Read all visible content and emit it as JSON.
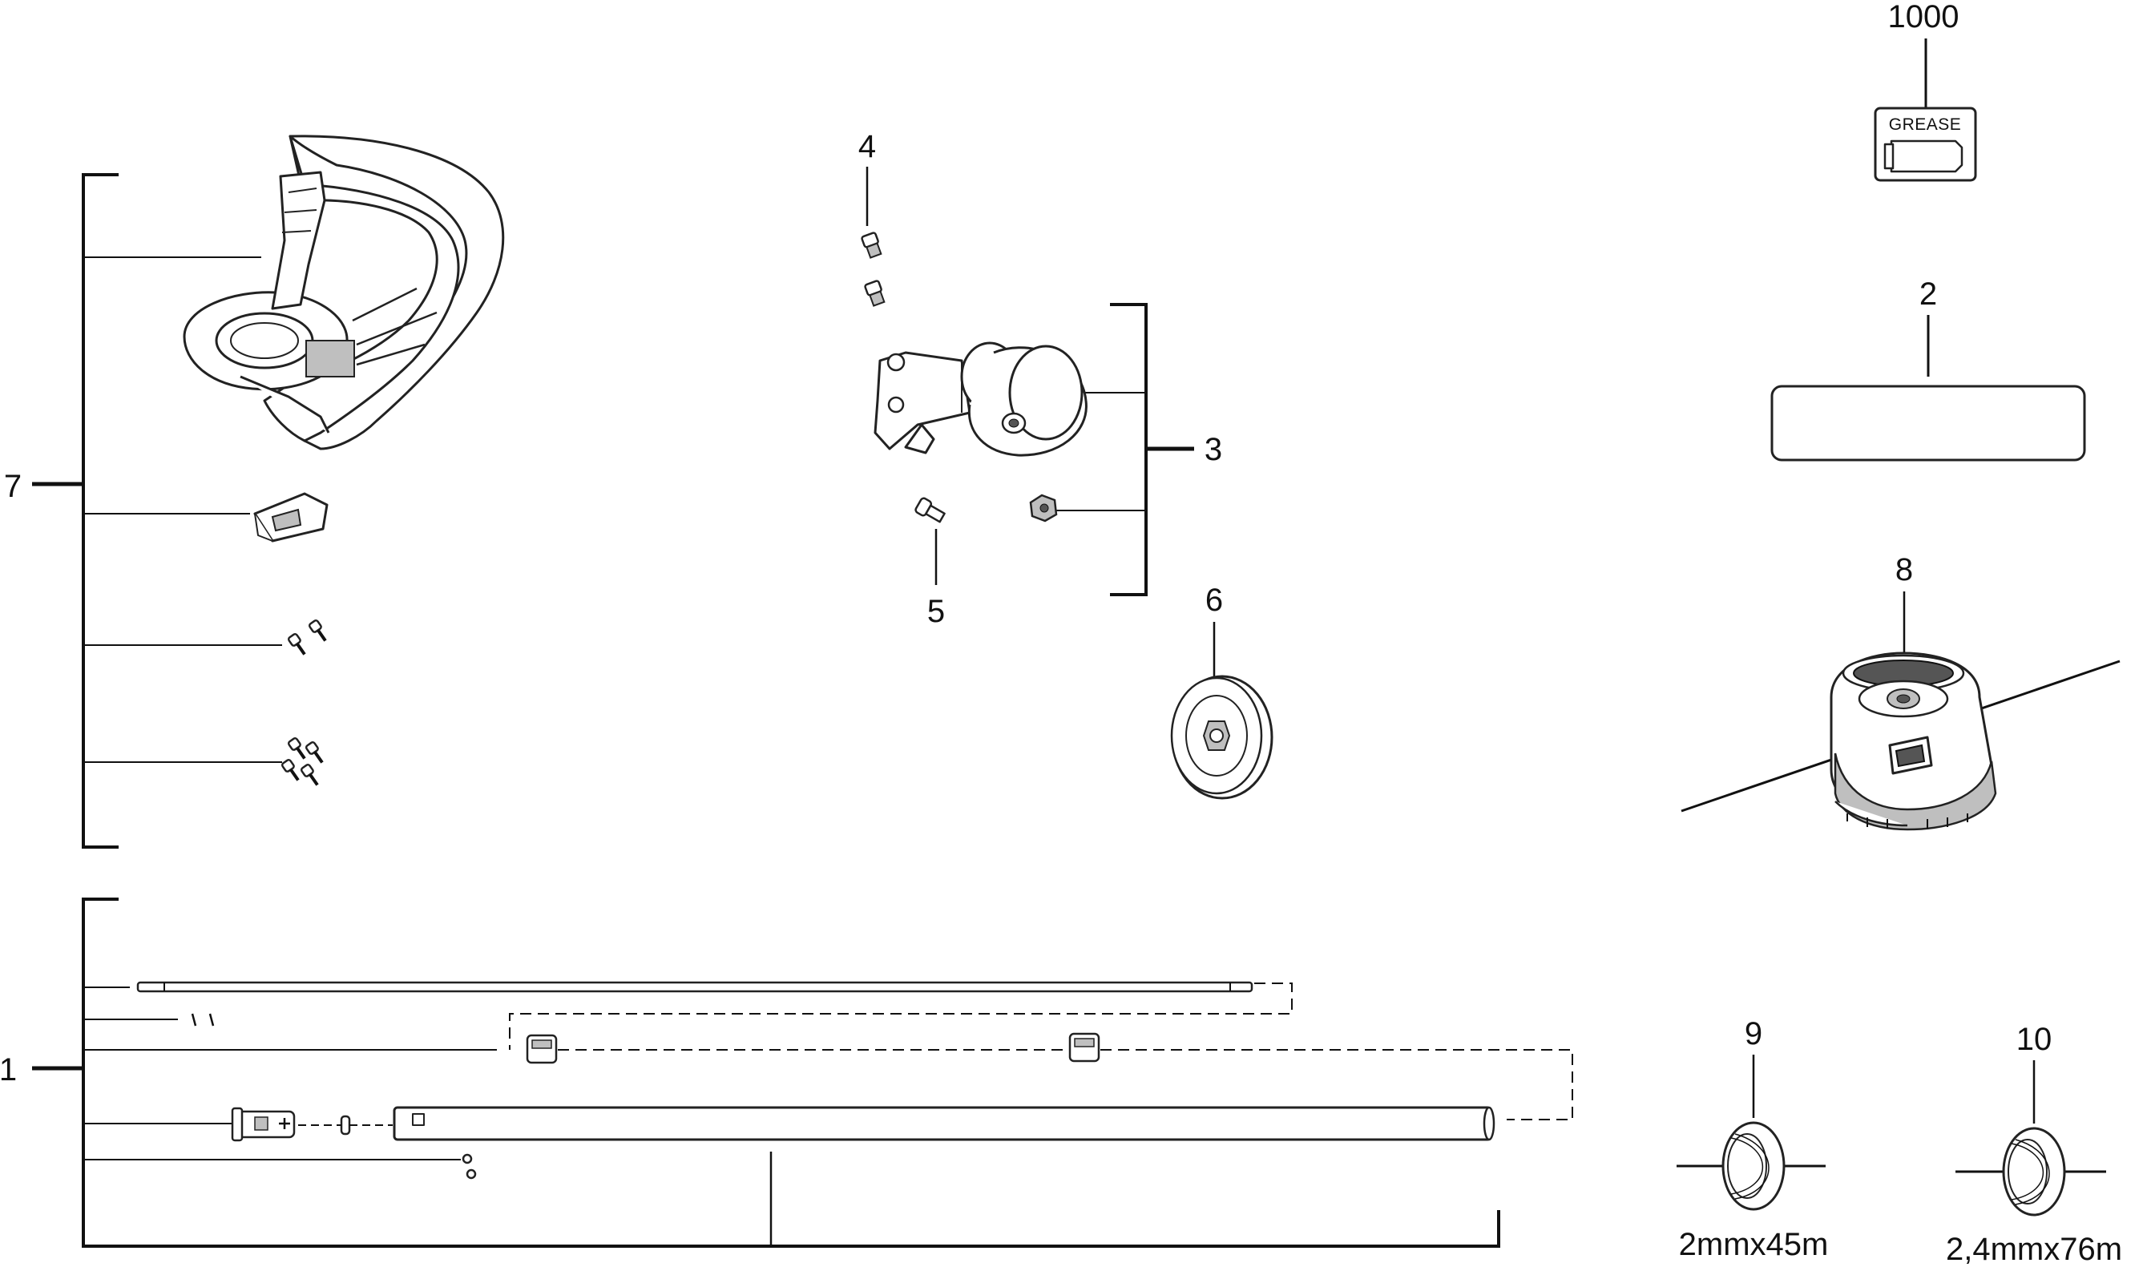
{
  "callouts": {
    "c1000": "1000",
    "c2": "2",
    "c3": "3",
    "c4": "4",
    "c5": "5",
    "c6": "6",
    "c7": "7",
    "c8": "8",
    "c9": "9",
    "c10": "10",
    "c1": "1"
  },
  "grease_label": "GREASE",
  "captions": {
    "line_9": "2mmx45m",
    "line_10": "2,4mmx76m"
  }
}
